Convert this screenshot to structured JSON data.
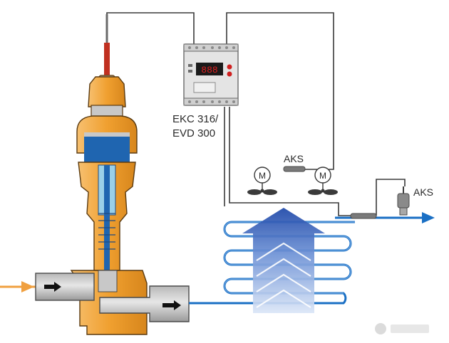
{
  "controller": {
    "label_line1": "EKC 316/",
    "label_line2": "EVD 300",
    "display_color": "#e02020"
  },
  "sensors": {
    "aks_top": "AKS",
    "aks_right": "AKS"
  },
  "fans": [
    {
      "symbol": "M"
    },
    {
      "symbol": "M"
    }
  ],
  "colors": {
    "pipe_blue": "#1a6fc4",
    "inlet_orange": "#f0a040",
    "brass": "#f0a030",
    "valve_gray": "#c8c8c8",
    "airflow_blue": "#2a5fc0",
    "wire": "#3a3a3a",
    "capillary_red": "#c03020"
  },
  "icons": [
    "fan-icon",
    "motor-icon",
    "arrow-icon"
  ]
}
